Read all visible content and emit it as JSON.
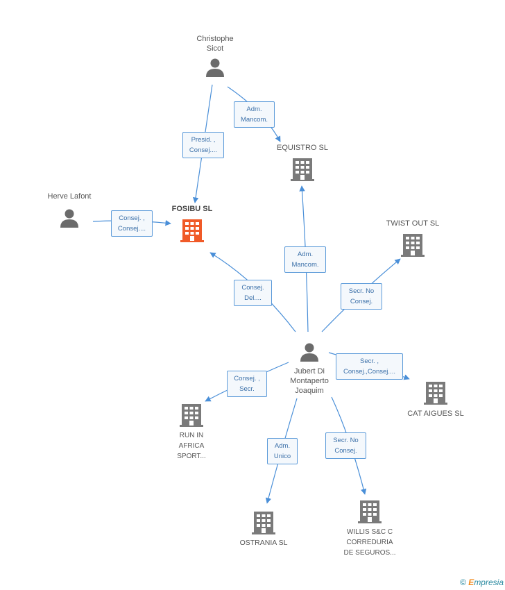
{
  "colors": {
    "edge": "#4a8fd8",
    "person": "#6b6b6b",
    "company": "#7a7a7a",
    "focus": "#f05a28"
  },
  "nodes": {
    "christophe": {
      "type": "person",
      "lines": [
        "Christophe",
        "Sicot"
      ]
    },
    "herve": {
      "type": "person",
      "lines": [
        "Herve Lafont"
      ]
    },
    "jubert": {
      "type": "person",
      "lines": [
        "Jubert Di",
        "Montaperto",
        "Joaquim"
      ]
    },
    "fosibu": {
      "type": "company-focus",
      "lines": [
        "FOSIBU SL"
      ]
    },
    "equistro": {
      "type": "company",
      "lines": [
        "EQUISTRO  SL"
      ]
    },
    "twist": {
      "type": "company",
      "lines": [
        "TWIST OUT SL"
      ]
    },
    "cat": {
      "type": "company",
      "lines": [
        "CAT AIGUES SL"
      ]
    },
    "run": {
      "type": "company",
      "lines": [
        "RUN IN",
        "AFRICA",
        "SPORT..."
      ]
    },
    "ostrania": {
      "type": "company",
      "lines": [
        "OSTRANIA SL"
      ]
    },
    "willis": {
      "type": "company",
      "lines": [
        "WILLIS S&C C",
        "CORREDURIA",
        "DE SEGUROS..."
      ]
    }
  },
  "edges": [
    {
      "id": "christophe-fosibu",
      "lines": [
        "Presid. ,",
        "Consej...."
      ]
    },
    {
      "id": "christophe-equistro",
      "lines": [
        "Adm.",
        "Mancom."
      ]
    },
    {
      "id": "herve-fosibu",
      "lines": [
        "Consej. ,",
        "Consej...."
      ]
    },
    {
      "id": "jubert-fosibu",
      "lines": [
        "Consej.",
        "Del...."
      ]
    },
    {
      "id": "jubert-equistro",
      "lines": [
        "Adm.",
        "Mancom."
      ]
    },
    {
      "id": "jubert-twist",
      "lines": [
        "Secr.  No",
        "Consej."
      ]
    },
    {
      "id": "jubert-cat",
      "lines": [
        "Secr. ,",
        "Consej.,Consej...."
      ]
    },
    {
      "id": "jubert-run",
      "lines": [
        "Consej. ,",
        "Secr."
      ]
    },
    {
      "id": "jubert-ostrania",
      "lines": [
        "Adm.",
        "Unico"
      ]
    },
    {
      "id": "jubert-willis",
      "lines": [
        "Secr.  No",
        "Consej."
      ]
    }
  ],
  "footer": {
    "copyright": "©",
    "brand_initial": "E",
    "brand_rest": "mpresia"
  }
}
